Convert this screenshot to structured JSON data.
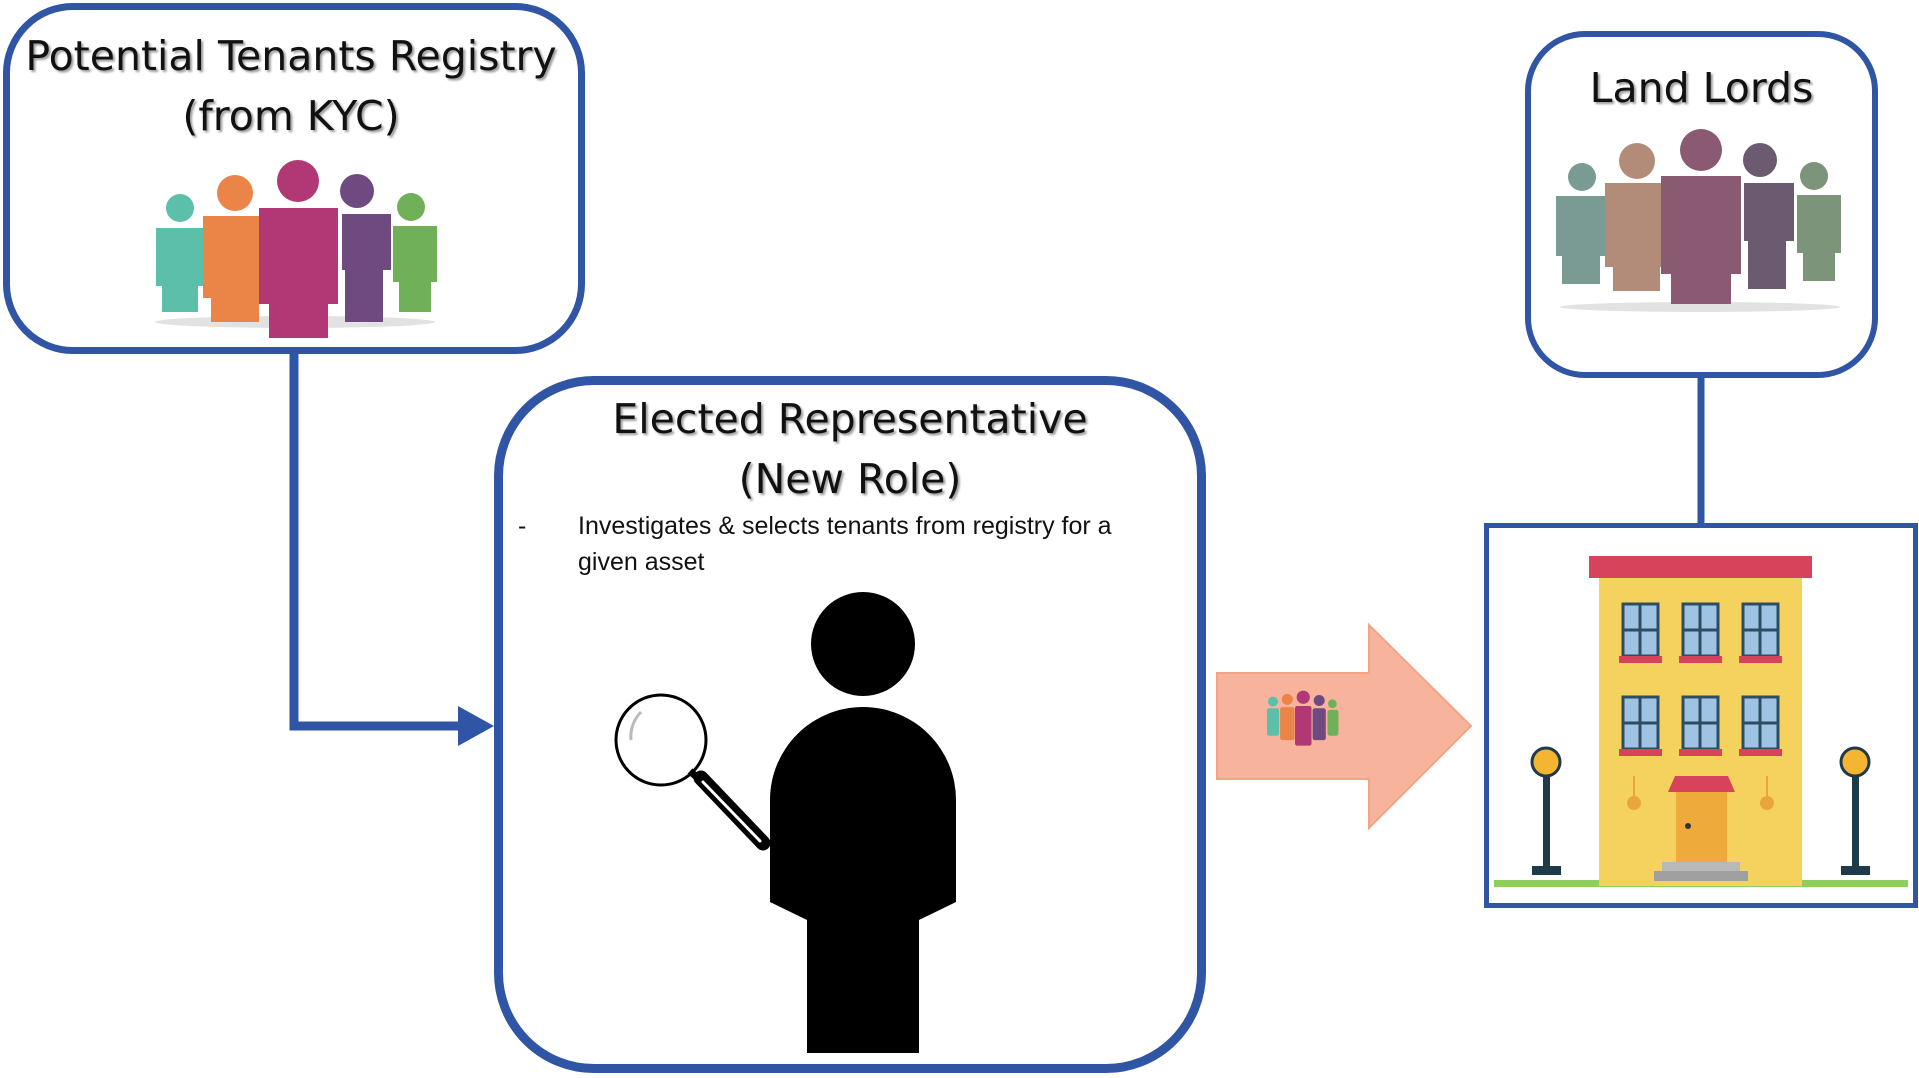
{
  "tenants_box": {
    "title_line1": "Potential Tenants Registry",
    "title_line2": "(from KYC)"
  },
  "representative_box": {
    "title_line1": "Elected Representative",
    "title_line2": "(New Role)",
    "bullet_marker": "-",
    "bullet_text": "Investigates & selects tenants from registry for a given asset"
  },
  "landlords_box": {
    "title": "Land Lords"
  },
  "icons": {
    "tenants": "people-group-icon",
    "representative": "person-with-magnifier-icon",
    "landlords": "people-group-icon",
    "transfer": "people-group-icon",
    "asset": "apartment-building-icon"
  },
  "colors": {
    "box_border": "#2f55a4",
    "arrow_fill": "#f7b39b",
    "tenant_people": [
      "#5bbfa9",
      "#ea8447",
      "#b13874",
      "#6e4a80",
      "#6fb059"
    ],
    "landlord_people": [
      "#7a9b94",
      "#b38c79",
      "#8a5a73",
      "#6b5a70",
      "#7c9479"
    ]
  }
}
